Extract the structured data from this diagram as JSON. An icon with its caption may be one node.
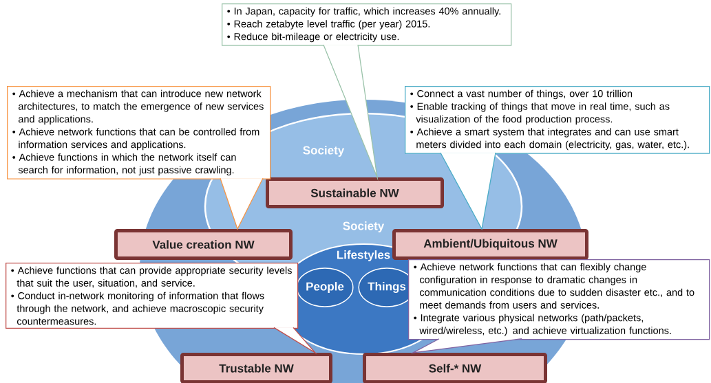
{
  "diagram": {
    "nodes": [
      {
        "text": [
          "• In Japan, capacity for traffic, which increases 40% annually.",
          "• Reach zetabyte level traffic (per year) 2015.",
          "• Reduce bit-mileage or electricity use."
        ]
      },
      {
        "text": [
          "• Achieve a mechanism that can introduce new network architectures, to match the emergence of new services and applications.",
          "• Achieve network functions that can be controlled from information services and applications.",
          "• Achieve functions in which the network itself can search for information, not just passive crawling."
        ]
      },
      {
        "text": [
          "• Connect a vast number of things, over 10 trillion",
          "• Enable tracking of things that move in real time, such as visualization of the food production process.",
          "• Achieve a smart system that integrates and can use smart meters divided into each domain (electricity, gas, water, etc.)."
        ]
      },
      {
        "text": [
          "Sustainable NW"
        ]
      },
      {
        "text": [
          "Value creation NW"
        ]
      },
      {
        "text": [
          "Ambient/Ubiquitous NW"
        ]
      },
      {
        "text": [
          "• Achieve functions that can provide appropriate security levels that suit the user, situation, and service.",
          "• Conduct in-network monitoring of information that flows through the network, and achieve macroscopic security countermeasures."
        ]
      },
      {
        "text": [
          "• Achieve network functions that can flexibly change configuration in response to dramatic changes in communication conditions due to sudden disaster etc., and to meet demands from users and services.",
          "• Integrate various physical networks (path/packets, wired/wireless, etc.) and achieve virtualization functions."
        ]
      },
      {
        "text": [
          "People"
        ]
      },
      {
        "text": [
          "Things"
        ]
      },
      {
        "text": [
          "Trustable NW"
        ]
      },
      {
        "text": [
          "Self-* NW"
        ]
      }
    ],
    "labels": [
      "Society",
      "Society",
      "Lifestyles"
    ]
  }
}
